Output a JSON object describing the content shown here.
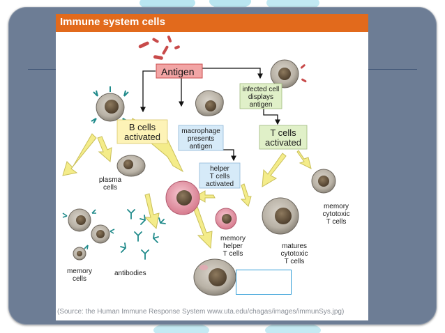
{
  "figure": {
    "title": "Immune system cells",
    "source": "(Source: the Human Immune Response System www.uta.edu/chagas/images/immunSys.jpg)"
  },
  "labels": {
    "antigen": "Antigen",
    "infected_cell": [
      "infected cell",
      "displays",
      "antigen"
    ],
    "b_cells_activated": [
      "B cells",
      "activated"
    ],
    "macrophage": [
      "macrophage",
      "presents",
      "antigen"
    ],
    "t_cells_activated": [
      "T cells",
      "activated"
    ],
    "plasma_cells": [
      "plasma",
      "cells"
    ],
    "helper_t_cells": [
      "helper",
      "T cells",
      "activated"
    ],
    "memory_cytotoxic": [
      "memory",
      "cytotoxic",
      "T cells"
    ],
    "memory_helper": [
      "memory",
      "helper",
      "T cells"
    ],
    "matures_cytotoxic": [
      "matures",
      "cytotoxic",
      "T cells"
    ],
    "memory_cells": [
      "memory",
      "cells"
    ],
    "antibodies": "antibodies"
  },
  "colors": {
    "slide": "#6d7d95",
    "header": "#e26a1c",
    "antigen_box": "#f2a5a5",
    "b_cells_box": "#fdf3b7",
    "blue_box": "#d6eaf8",
    "green_box": "#e0f0c8",
    "yellow_arrow": "#f4ec8a",
    "placeholder_border": "#2e9bd6"
  }
}
